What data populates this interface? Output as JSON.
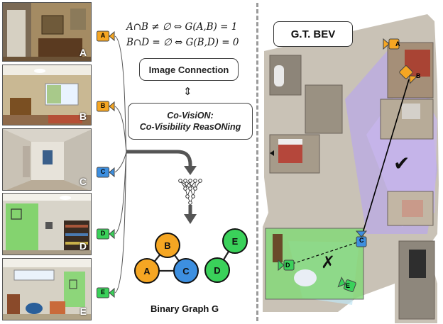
{
  "views": [
    {
      "letter": "A",
      "cam_color": "#f5a623"
    },
    {
      "letter": "B",
      "cam_color": "#f5a623"
    },
    {
      "letter": "C",
      "cam_color": "#3d8fe0"
    },
    {
      "letter": "D",
      "cam_color": "#3ad15a"
    },
    {
      "letter": "E",
      "cam_color": "#3ad15a"
    }
  ],
  "formulas": {
    "line1": "A∩B ≠ ∅  ⇔  G(A,B) = 1",
    "line2": "B∩D = ∅  ⇔  G(B,D) = 0"
  },
  "boxes": {
    "image_connection": "Image Connection",
    "covision_line1": "Co-VisiON:",
    "covision_line2": "Co-Visibility ReasONing",
    "double_arrow": "⇕"
  },
  "graph": {
    "caption": "Binary Graph G",
    "nodes": [
      {
        "label": "B",
        "color": "#f5a623"
      },
      {
        "label": "A",
        "color": "#f5a623"
      },
      {
        "label": "C",
        "color": "#3d8fe0"
      },
      {
        "label": "E",
        "color": "#3ad15a"
      },
      {
        "label": "D",
        "color": "#3ad15a"
      }
    ]
  },
  "bev": {
    "title": "G.T. BEV",
    "check_mark": "✔",
    "cross_mark": "✗"
  }
}
